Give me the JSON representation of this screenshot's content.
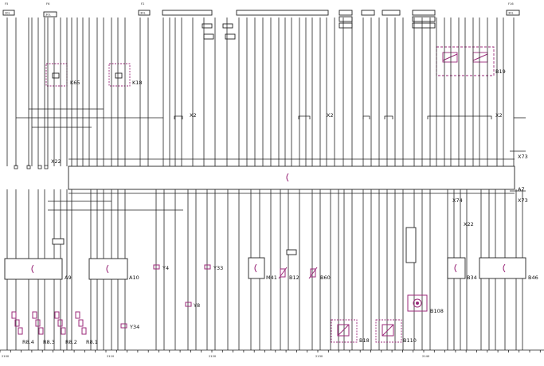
{
  "top_tags": [
    {
      "id": "F5",
      "line1": "F5",
      "line2": "30L"
    },
    {
      "id": "F6",
      "line1": "F6",
      "line2": "30L"
    },
    {
      "id": "F2",
      "line1": "F2",
      "line2": "30L"
    },
    {
      "id": "F16",
      "line1": "F16",
      "line2": "30L"
    }
  ],
  "components": {
    "K65": "K65",
    "K18": "K18",
    "B19": "B19",
    "X2": "X2",
    "X22": "X22",
    "X73": "X73",
    "A7": "A7",
    "X74": "X74",
    "A9": "A9",
    "A10": "A10",
    "Y4": "Y4",
    "Y8": "Y8",
    "Y33": "Y33",
    "Y34": "Y34",
    "M41": "M41",
    "B12": "B12",
    "B60": "B60",
    "B18": "B18",
    "B110": "B110",
    "B108": "B108",
    "B34": "B34",
    "B46": "B46",
    "R84": "R8.4",
    "R83": "R8.3",
    "R82": "R8.2",
    "R81": "R8.1"
  },
  "bottom_ruler": [
    {
      "label": "2100"
    },
    {
      "label": "2110"
    },
    {
      "label": "2120"
    },
    {
      "label": "2130"
    },
    {
      "label": "2140"
    }
  ]
}
